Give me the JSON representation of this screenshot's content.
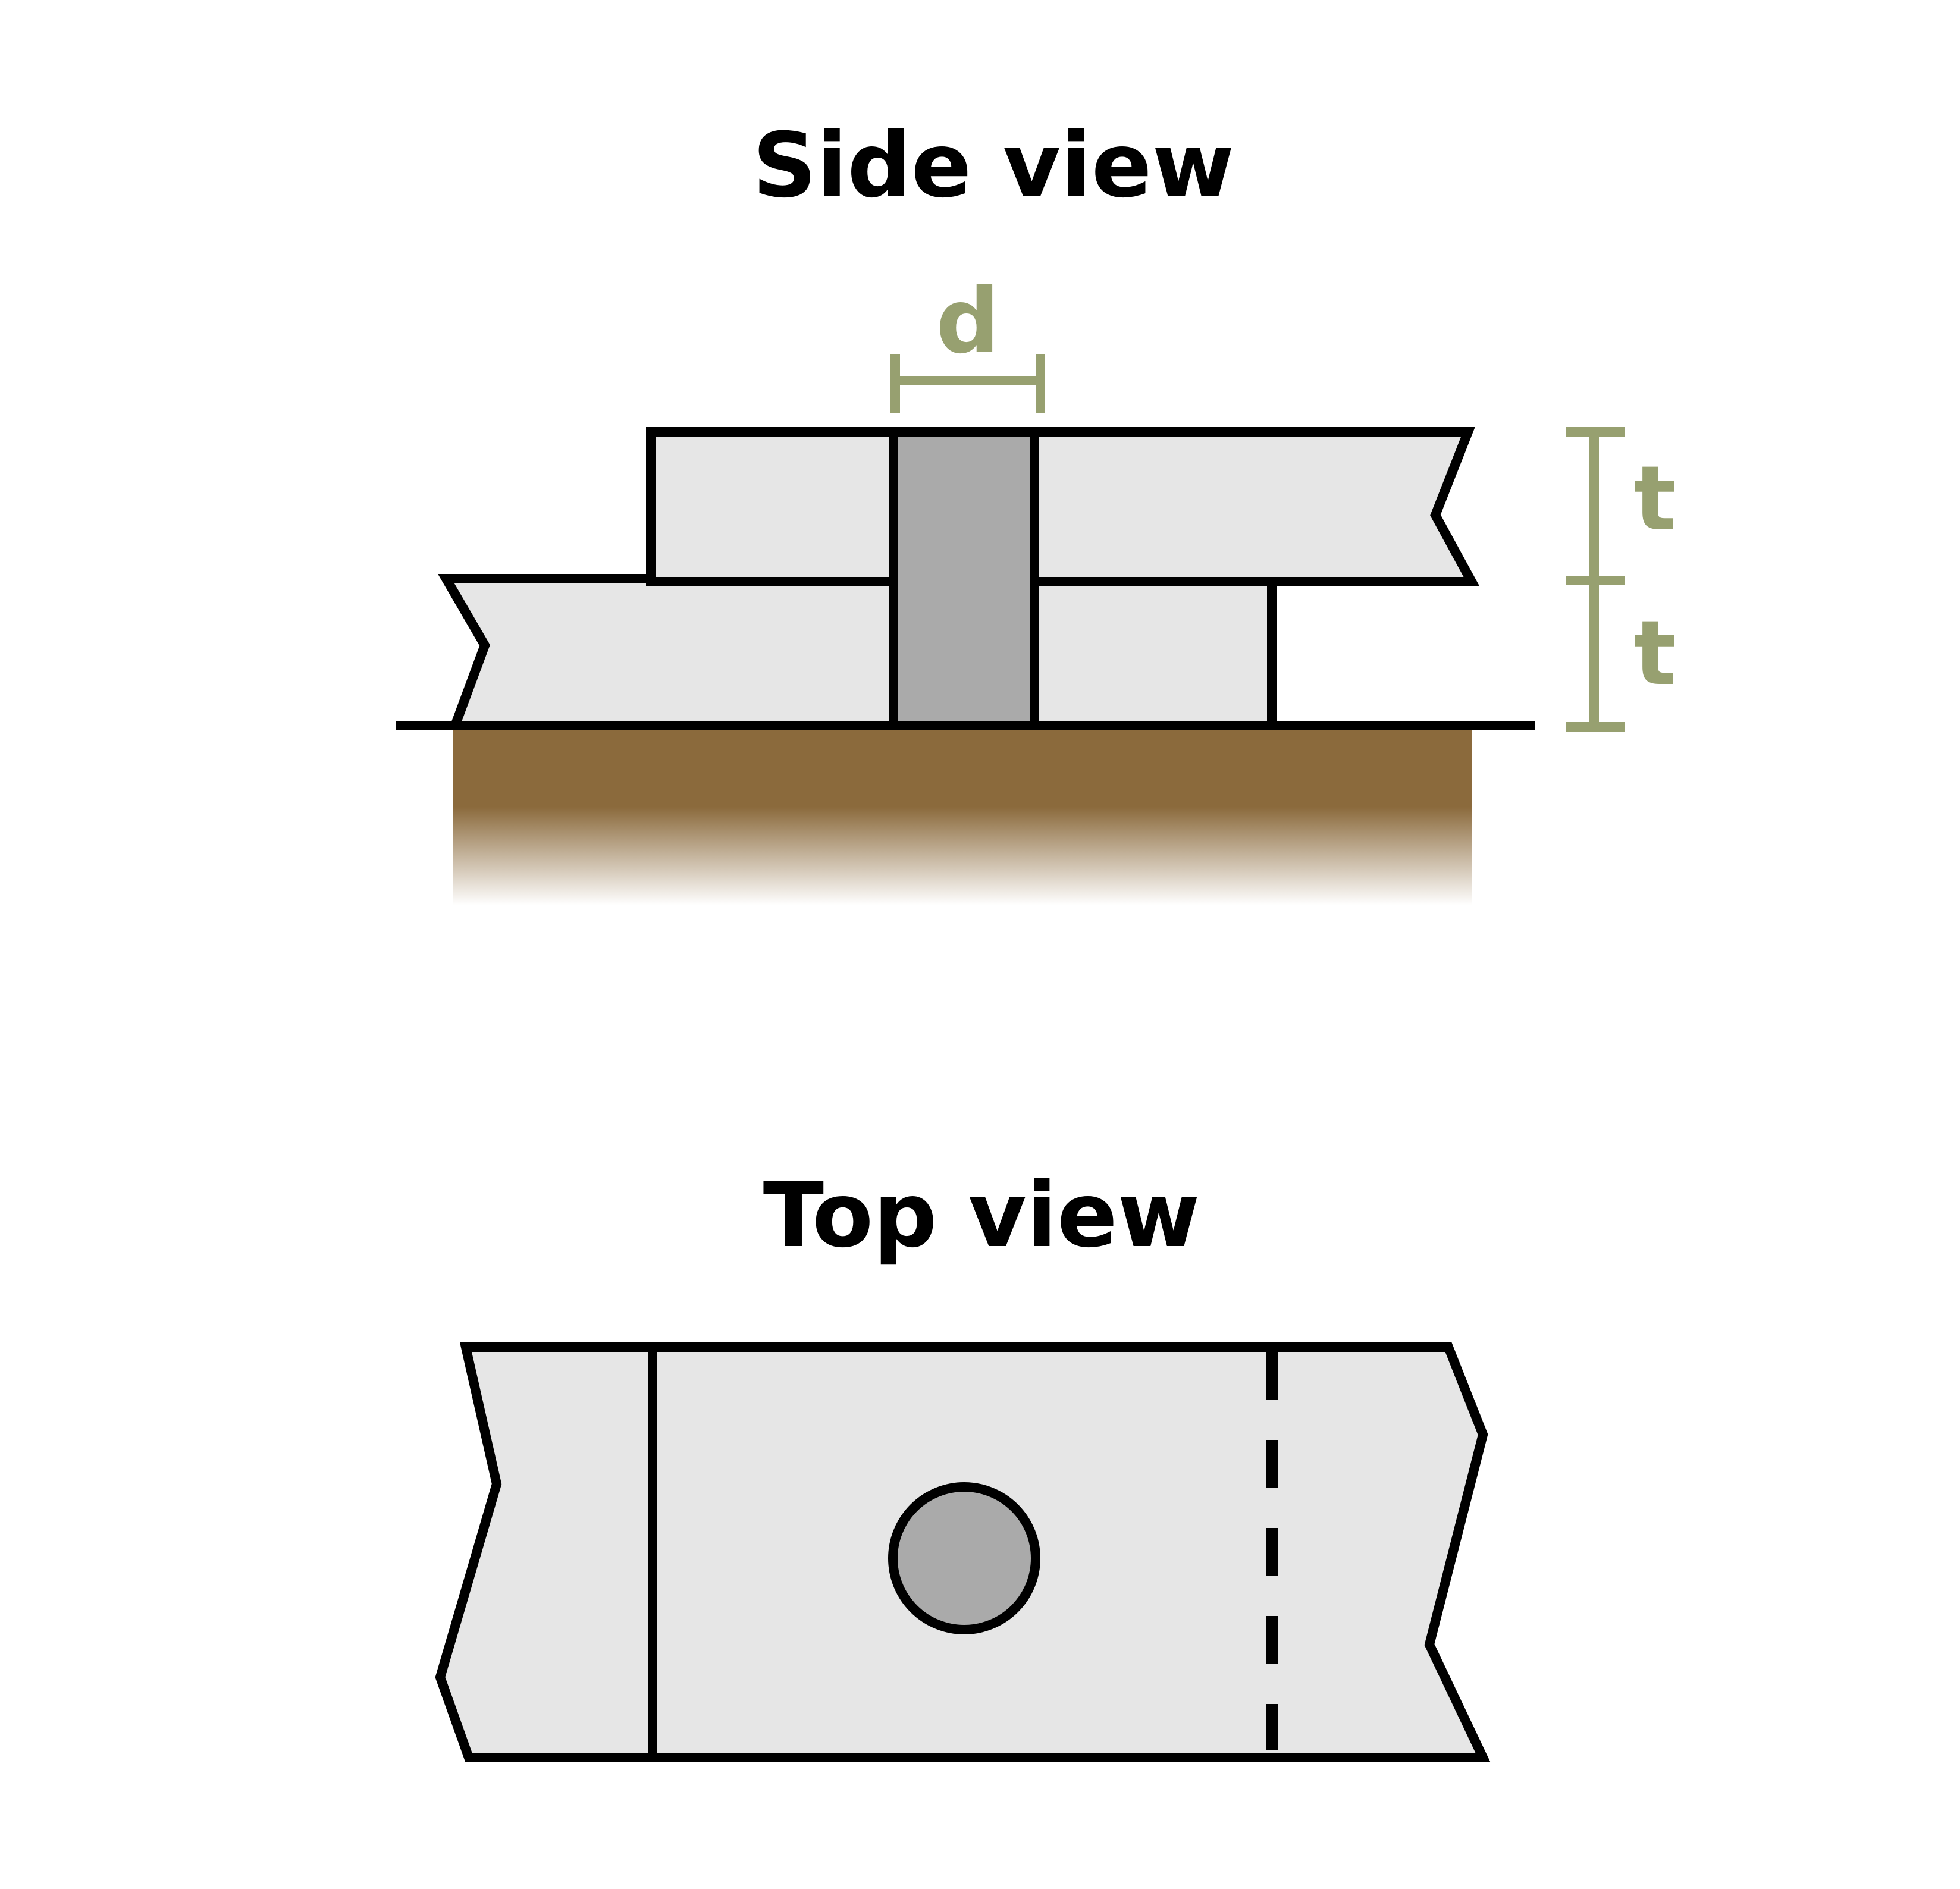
{
  "side_view": {
    "title": "Side view",
    "dimension_labels": {
      "diameter": "d",
      "thickness_upper": "t",
      "thickness_lower": "t"
    }
  },
  "top_view": {
    "title": "Top view"
  },
  "colors": {
    "outline": "#000000",
    "plate_fill": "#e6e6e6",
    "fastener_fill": "#aaaaaa",
    "dimension": "#97a070",
    "ground": "#8b6a3c",
    "background": "#ffffff"
  }
}
